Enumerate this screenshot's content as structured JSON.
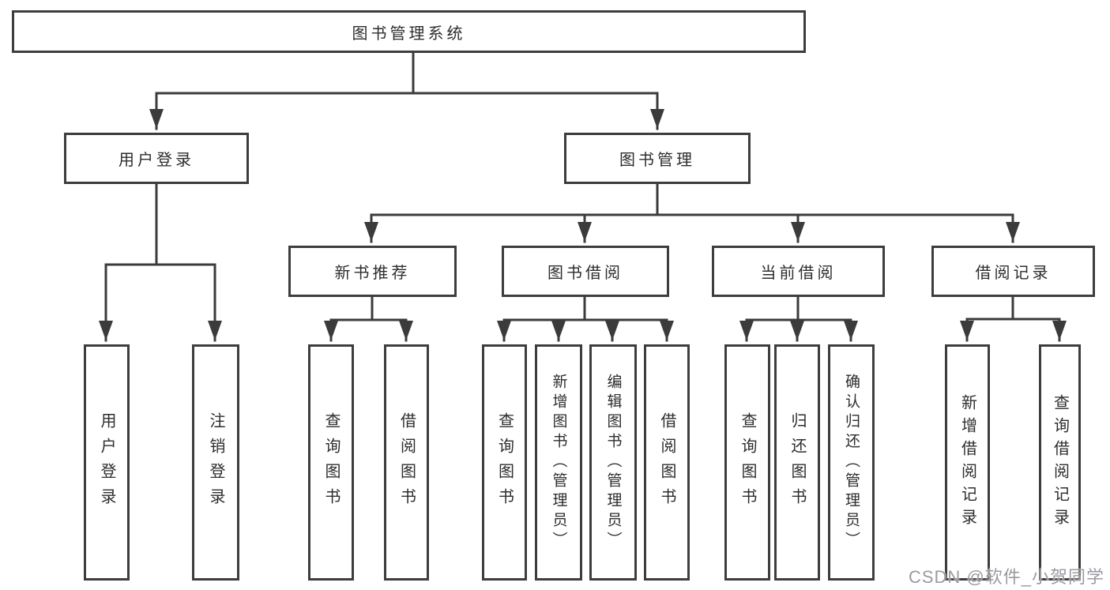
{
  "diagram_title": "图书管理系统",
  "tree": {
    "root": {
      "label": "图书管理系统",
      "children": [
        {
          "label": "用户登录",
          "children": [
            {
              "label": "用户登录"
            },
            {
              "label": "注销登录"
            }
          ]
        },
        {
          "label": "图书管理",
          "children": [
            {
              "label": "新书推荐",
              "children": [
                {
                  "label": "查询图书"
                },
                {
                  "label": "借阅图书"
                }
              ]
            },
            {
              "label": "图书借阅",
              "children": [
                {
                  "label": "查询图书"
                },
                {
                  "label": "新增图书（管理员）"
                },
                {
                  "label": "编辑图书（管理员）"
                },
                {
                  "label": "借阅图书"
                }
              ]
            },
            {
              "label": "当前借阅",
              "children": [
                {
                  "label": "查询图书"
                },
                {
                  "label": "归还图书"
                },
                {
                  "label": "确认归还（管理员）"
                }
              ]
            },
            {
              "label": "借阅记录",
              "children": [
                {
                  "label": "新增借阅记录"
                },
                {
                  "label": "查询借阅记录"
                }
              ]
            }
          ]
        }
      ]
    }
  },
  "watermark": {
    "text": "CSDN @软件_小贺同学"
  },
  "colors": {
    "line": "#3b3b3b",
    "box_border": "#3d3d3d",
    "box_fill": "#ffffff",
    "label_text": "#2d2d2d",
    "watermark_text": "#9a9aa1"
  }
}
